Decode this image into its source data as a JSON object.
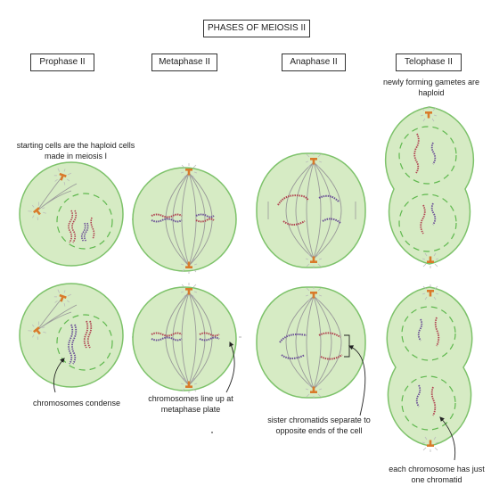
{
  "title": "PHASES OF MEIOSIS II",
  "phases": [
    "Prophase II",
    "Metaphase II",
    "Anaphase II",
    "Telophase II"
  ],
  "annotations": {
    "haploid_start": "starting cells are the haploid cells made in meiosis I",
    "gametes_haploid": "newly forming gametes are haploid",
    "condense": "chromosomes condense",
    "line_up": "chromosomes line up at metaphase plate",
    "separate": "sister chromatids separate to opposite ends of the cell",
    "one_chromatid": "each chromosome has just one chromatid"
  },
  "colors": {
    "cell_fill": "#d6ebc4",
    "cell_edge": "#7dc26a",
    "nuclear_envelope": "#5fb84e",
    "spindle": "#9a9a9a",
    "centrosome": "#d97a2a",
    "chromosome_red": "#b04451",
    "chromosome_purple": "#6a4f96"
  }
}
